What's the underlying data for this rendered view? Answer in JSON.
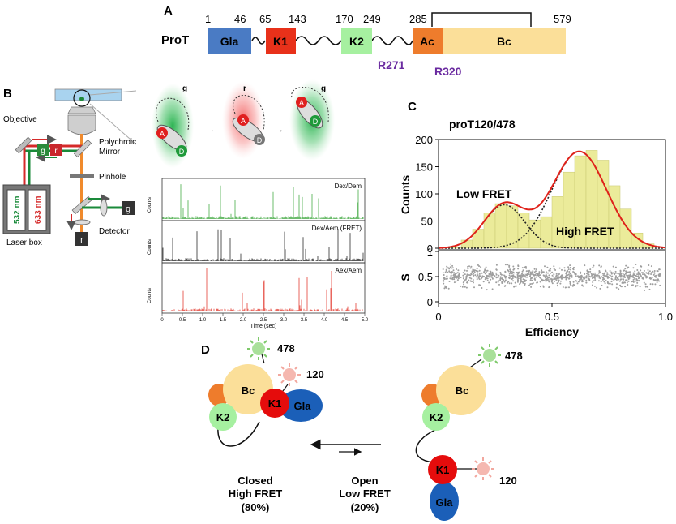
{
  "panel_letters": {
    "a": "A",
    "b": "B",
    "c": "C",
    "d": "D"
  },
  "panel_a": {
    "protein": "ProT",
    "boundaries": [
      "1",
      "46",
      "65",
      "143",
      "170",
      "249",
      "285",
      "579"
    ],
    "domains": [
      {
        "name": "Gla",
        "color": "#4a7bc4"
      },
      {
        "name": "K1",
        "color": "#e8311a"
      },
      {
        "name": "K2",
        "color": "#a6f0a0"
      },
      {
        "name": "Ac",
        "color": "#ee7c2c"
      },
      {
        "name": "Bc",
        "color": "#fbdf99"
      }
    ],
    "cleavage_sites": [
      "R271",
      "R320"
    ],
    "cleavage_color": "#6a2aa0"
  },
  "panel_b": {
    "setup_labels": {
      "objective": "Objective",
      "mirror": "Polychroic\nMirror",
      "pinhole": "Pinhole",
      "detector": "Detector",
      "laser_box": "Laser box",
      "laser_green": "532 nm",
      "laser_red": "633 nm",
      "det_g": "g",
      "det_r": "r",
      "beam_g": "g",
      "beam_r": "r"
    },
    "excitation_states": [
      "g",
      "r",
      "g"
    ],
    "dye_labels": {
      "acceptor": "A",
      "donor": "D"
    },
    "traces": [
      {
        "label": "Dex/Dem",
        "color": "#2ea02e"
      },
      {
        "label": "Dex/Aem (FRET)",
        "color": "#111111"
      },
      {
        "label": "Aex/Aem",
        "color": "#e0261a"
      }
    ],
    "trace_ylabel": "Counts",
    "time_ticks": [
      "0",
      "0.5",
      "1.0",
      "1.5",
      "2.0",
      "2.5",
      "3.0",
      "3.5",
      "4.0",
      "4.5",
      "5.0"
    ],
    "time_label": "Time (sec)"
  },
  "chart_data": {
    "type": "bar",
    "title": "proT120/478",
    "xlabel": "Efficiency",
    "ylabel": "Counts",
    "ylabel_bottom": "S",
    "xlim": [
      0,
      1
    ],
    "ylim": [
      0,
      200
    ],
    "x_ticks": [
      "0",
      "0.5",
      "1.0"
    ],
    "y_ticks": [
      "0",
      "50",
      "100",
      "150",
      "200"
    ],
    "s_ticks": [
      "0",
      "0.5",
      "1"
    ],
    "bins": [
      0.0,
      0.05,
      0.1,
      0.15,
      0.2,
      0.25,
      0.3,
      0.35,
      0.4,
      0.45,
      0.5,
      0.55,
      0.6,
      0.65,
      0.7,
      0.75,
      0.8,
      0.85,
      0.9,
      0.95
    ],
    "values": [
      0,
      2,
      15,
      35,
      65,
      82,
      78,
      65,
      52,
      58,
      95,
      140,
      170,
      180,
      162,
      115,
      72,
      28,
      8,
      0
    ],
    "series": [
      {
        "name": "Low FRET",
        "center": 0.29,
        "amplitude": 80,
        "width": 0.09
      },
      {
        "name": "High FRET",
        "center": 0.62,
        "amplitude": 178,
        "width": 0.12
      }
    ],
    "colors": {
      "bars": "#ebeb9a",
      "bar_edge": "#c8c870",
      "fit": "#e0221a",
      "components": "#222222",
      "scatter": "#9e9e9e"
    },
    "annotations": [
      "Low FRET",
      "High FRET"
    ]
  },
  "panel_d": {
    "closed": {
      "label_state": "Closed",
      "label_fret": "High FRET",
      "label_pct": "(80%)"
    },
    "open": {
      "label_state": "Open",
      "label_fret": "Low FRET",
      "label_pct": "(20%)"
    },
    "domains": {
      "bc": "Bc",
      "k1": "K1",
      "k2": "K2",
      "gla": "Gla"
    },
    "dyes": {
      "d478": "478",
      "d120": "120"
    }
  }
}
